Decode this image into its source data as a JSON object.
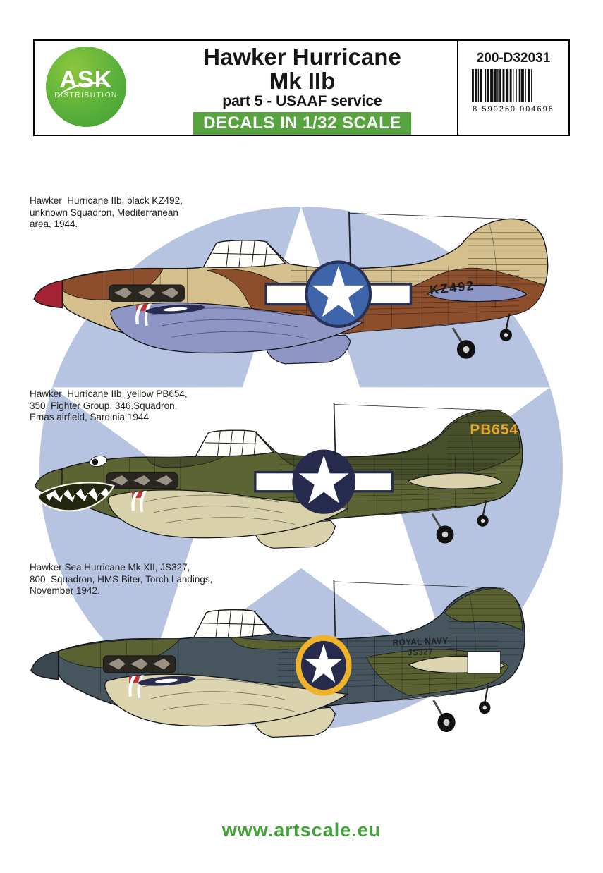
{
  "header": {
    "logo": {
      "brand": "ASK",
      "subtitle": "DISTRIBUTION"
    },
    "title_line1": "Hawker Hurricane",
    "title_line2": "Mk IIb",
    "subtitle": "part 5 - USAAF service",
    "banner_text": "DECALS IN 1/32 SCALE",
    "product_code": "200-D32031",
    "barcode_digits": "8 599260 004696",
    "colors": {
      "banner_bg": "#57a43e",
      "logo_green_light": "#8cc63e",
      "logo_green_dark": "#3f9d36"
    }
  },
  "background_insignia": {
    "circle": "#b6c4e2",
    "star": "#ffffff"
  },
  "profiles": [
    {
      "id": "kz492",
      "caption": "Hawker  Hurricane IIb, black KZ492,\nunknown Squadron, Mediterranean\narea, 1944.",
      "code": "KZ492",
      "scheme": "desert",
      "colors": {
        "base": "#d5bf8d",
        "patch": "#8c4e2b",
        "underside": "#8e96c5",
        "spinner": "#a32233",
        "code_text": "#1c1c1c"
      },
      "insignia": {
        "style": "star-and-bars",
        "disc": "#3e64aa",
        "outline": "#293056",
        "star": "#ffffff"
      }
    },
    {
      "id": "pb654",
      "caption": "Hawker  Hurricane IIb, yellow PB654,\n350. Fighter Group, 346.Squadron,\nEmas airfield, Sardinia 1944.",
      "code": "PB654",
      "scheme": "olive-sharkmouth",
      "colors": {
        "base": "#5d6434",
        "patch": "#47502a",
        "underside": "#d8d1ab",
        "spinner": "#5d6434",
        "code_text": "#e8a82a"
      },
      "insignia": {
        "style": "star-and-bars",
        "disc": "#272c4e",
        "outline": "#272c4e",
        "star": "#ffffff"
      }
    },
    {
      "id": "js327",
      "caption": "Hawker Sea Hurricane Mk XII, JS327,\n800. Squadron, HMS Biter, Torch Landings,\nNovember 1942.",
      "code": "ROYAL NAVY",
      "code2": "JS327",
      "scheme": "temperate-sea",
      "colors": {
        "base": "#46555e",
        "patch": "#5b6231",
        "underside": "#dcd5af",
        "spinner": "#3b474f",
        "code_text": "#20242a"
      },
      "insignia": {
        "style": "star-yellow-ring",
        "disc": "#272c4e",
        "ring": "#efb22b",
        "star": "#ffffff"
      }
    }
  ],
  "footer": {
    "url": "www.artscale.eu",
    "color": "#44a338"
  }
}
